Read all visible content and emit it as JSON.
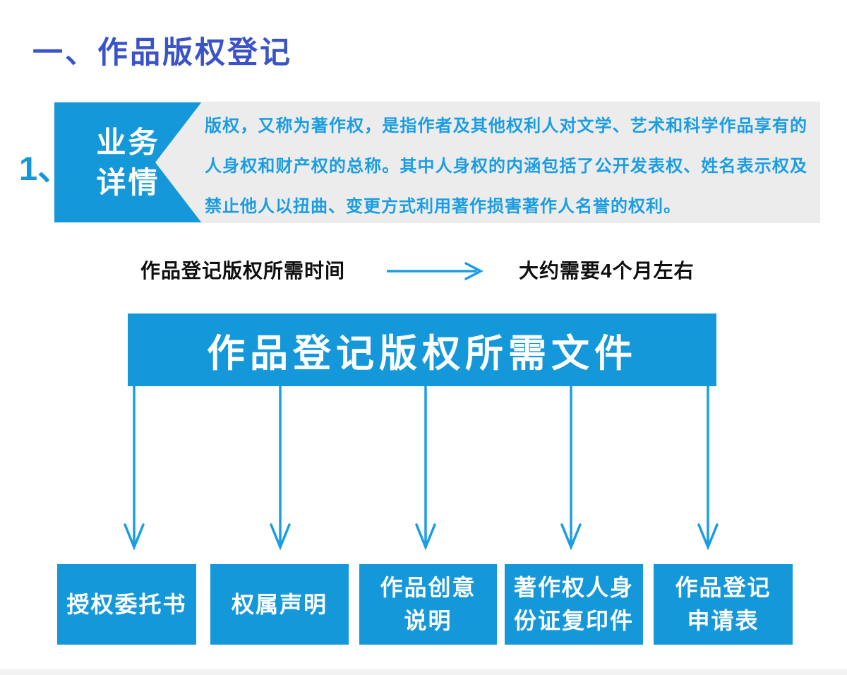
{
  "colors": {
    "primary_blue": "#1598DA",
    "accent_blue": "#1B9DE2",
    "title_blue": "#3A54C8",
    "panel_gray": "#ECECEC",
    "text_black": "#0F0F0F",
    "text_white": "#FFFFFF"
  },
  "header": {
    "title": "一、作品版权登记"
  },
  "section": {
    "number": "1、"
  },
  "business": {
    "tab_label": "业务详情",
    "tab_lines": [
      "业务",
      "详情"
    ],
    "description": "版权，又称为著作权，是指作者及其他权利人对文学、艺术和科学作品享有的人身权和财产权的总称。其中人身权的内涵包括了公开发表权、姓名表示权及禁止他人以扭曲、变更方式利用著作损害著作人名誉的权利。"
  },
  "timeline": {
    "label": "作品登记版权所需时间",
    "value": "大约需要4个月左右"
  },
  "documents": {
    "banner": "作品登记版权所需文件",
    "items": [
      {
        "label": "授权委托书",
        "lines": [
          "授权委托书"
        ]
      },
      {
        "label": "权属声明",
        "lines": [
          "权属声明"
        ]
      },
      {
        "label": "作品创意说明",
        "lines": [
          "作品创意",
          "说明"
        ]
      },
      {
        "label": "著作权人身份证复印件",
        "lines": [
          "著作权人身",
          "份证复印件"
        ]
      },
      {
        "label": "作品登记申请表",
        "lines": [
          "作品登记",
          "申请表"
        ]
      }
    ]
  }
}
